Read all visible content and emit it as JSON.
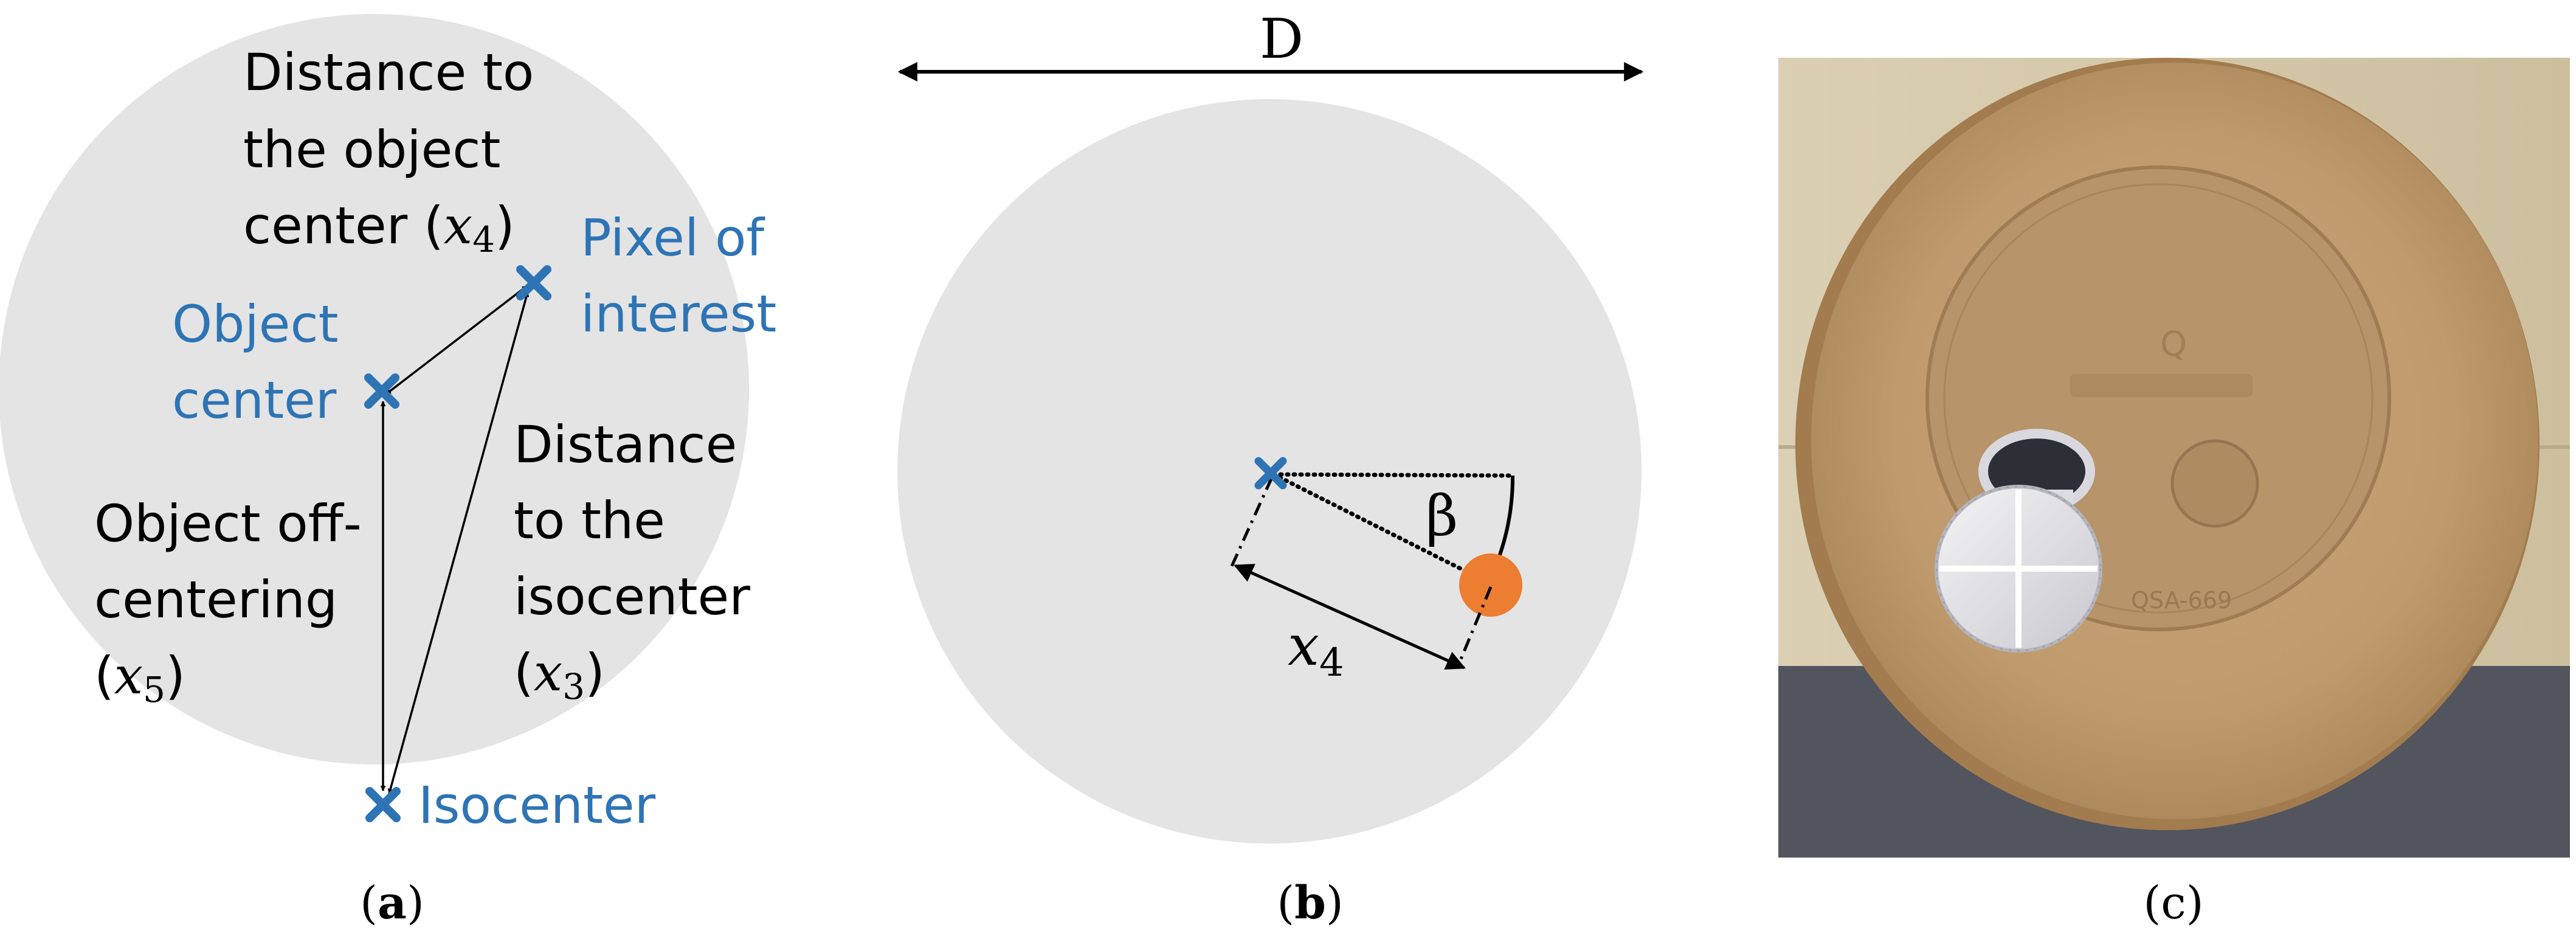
{
  "panel_a": {
    "label_open": "(",
    "label_letter": "a",
    "label_close": ")",
    "distance_object_center": [
      "Distance to",
      "the object",
      "center ("
    ],
    "x4_var": "x",
    "x4_sub": "4",
    "pixel_of_interest": [
      "Pixel of",
      "interest"
    ],
    "object_center": [
      "Object",
      "center"
    ],
    "distance_isocenter": [
      "Distance",
      "to the",
      "isocenter"
    ],
    "x3_var": "x",
    "x3_sub": "3",
    "object_offcentering": [
      "Object off-",
      "centering"
    ],
    "x5_var": "x",
    "x5_sub": "5",
    "isocenter": "Isocenter"
  },
  "panel_b": {
    "label_open": "(",
    "label_letter": "b",
    "label_close": ")",
    "diameter": "D",
    "beta": "β",
    "x4_var": "x",
    "x4_sub": "4"
  },
  "panel_c": {
    "label": "(c)",
    "phantom_text": "Q",
    "phantom_model": "QSA-669"
  },
  "colors": {
    "disk": "#e4e4e4",
    "blue": "#2e74b5",
    "orange": "#ed7d31",
    "text": "#000000"
  }
}
